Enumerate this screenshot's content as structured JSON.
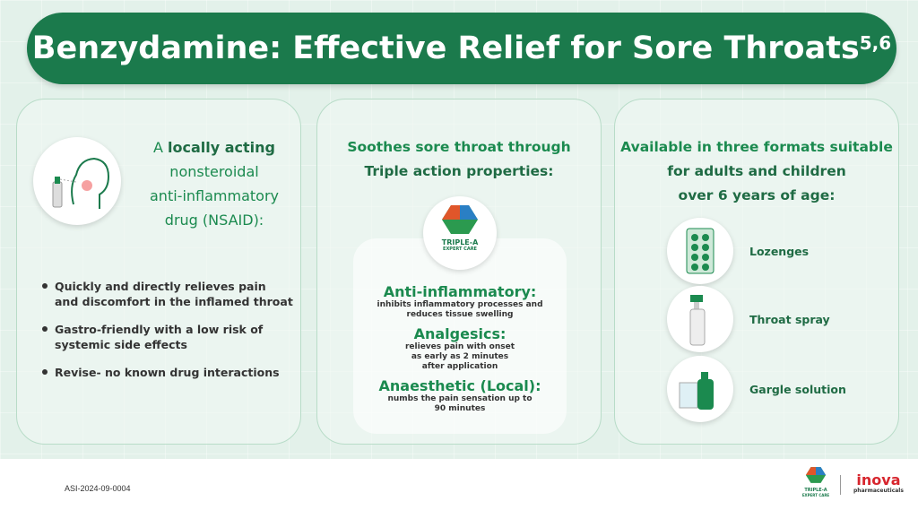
{
  "title": {
    "text": "Benzydamine: Effective Relief for Sore Throats",
    "sup": "5,6"
  },
  "card1": {
    "line1_pre": "A ",
    "line1_bold": "locally acting",
    "line2": "nonsteroidal",
    "line3": "anti-inflammatory",
    "line4": "drug (NSAID):",
    "bullets": [
      "Quickly and directly relieves pain and discomfort in the inflamed throat",
      "Gastro-friendly with a low risk of systemic side effects",
      "Revise- no known drug interactions"
    ]
  },
  "card2": {
    "line1": "Soothes sore throat through",
    "line2": "Triple action properties",
    "logo": {
      "line1": "TRIPLE-A",
      "line2": "EXPERT CARE"
    },
    "actions": [
      {
        "title": "Anti-inflammatory:",
        "lines": [
          "inhibits inflammatory processes and",
          "reduces tissue swelling"
        ]
      },
      {
        "title": "Analgesics:",
        "lines": [
          "relieves pain with onset",
          "as early as 2 minutes",
          "after application"
        ]
      },
      {
        "title": "Anaesthetic (Local):",
        "lines": [
          "numbs the pain sensation up to",
          "90 minutes"
        ]
      }
    ]
  },
  "card3": {
    "line1": "Available in three formats suitable",
    "line2": "for adults and children",
    "line3": "over 6 years of age:",
    "formats": [
      "Lozenges",
      "Throat spray",
      "Gargle solution"
    ]
  },
  "footer": {
    "code": "ASI-2024-09-0004",
    "logo1_line1": "TRIPLE-A",
    "logo1_line2": "EXPERT CARE",
    "brand": "inova",
    "brand_sub": "pharmaceuticals"
  },
  "colors": {
    "primary": "#1b7a4c",
    "accent": "#1b8a4f",
    "brand_red": "#d7262e"
  }
}
